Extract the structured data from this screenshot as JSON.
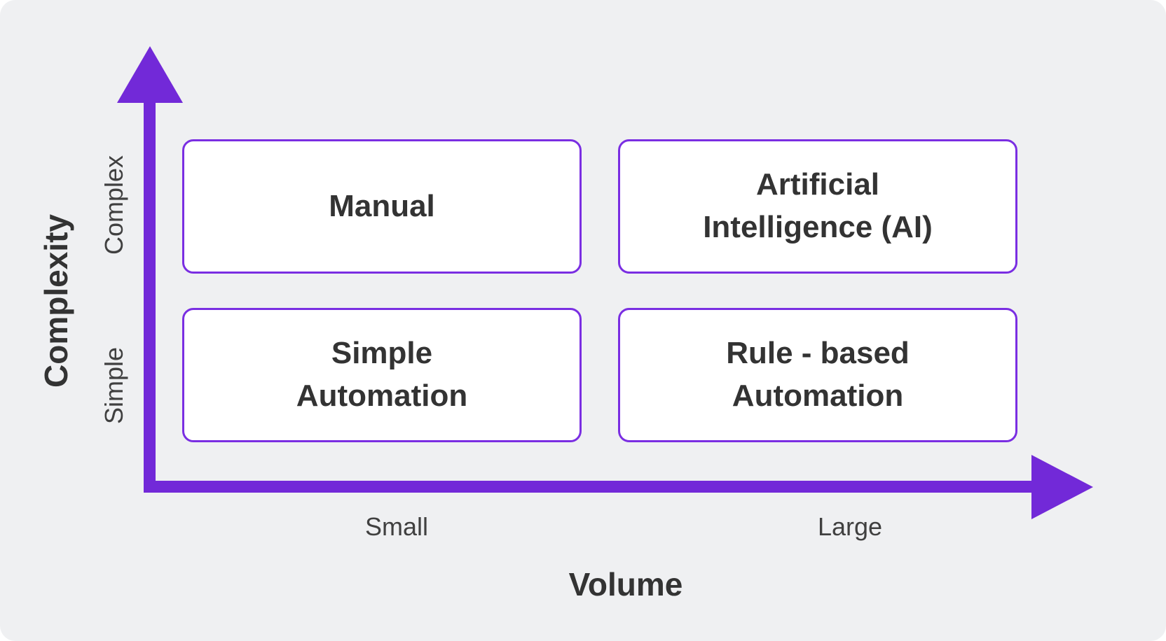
{
  "diagram": {
    "type": "quadrant-matrix",
    "colors": {
      "background": "#eff0f2",
      "page": "#ffffff",
      "axis": "#7229d8",
      "box_border": "#7a2ee2",
      "box_fill": "#ffffff",
      "text_dark": "#333333",
      "text_label": "#404040"
    },
    "y_axis": {
      "title": "Complexity",
      "tick_high": "Complex",
      "tick_low": "Simple"
    },
    "x_axis": {
      "title": "Volume",
      "tick_low": "Small",
      "tick_high": "Large"
    },
    "quadrants": [
      {
        "position": "top-left",
        "label": "Manual"
      },
      {
        "position": "top-right",
        "label": "Artificial\nIntelligence (AI)"
      },
      {
        "position": "bottom-left",
        "label": "Simple\nAutomation"
      },
      {
        "position": "bottom-right",
        "label": "Rule - based\nAutomation"
      }
    ]
  }
}
